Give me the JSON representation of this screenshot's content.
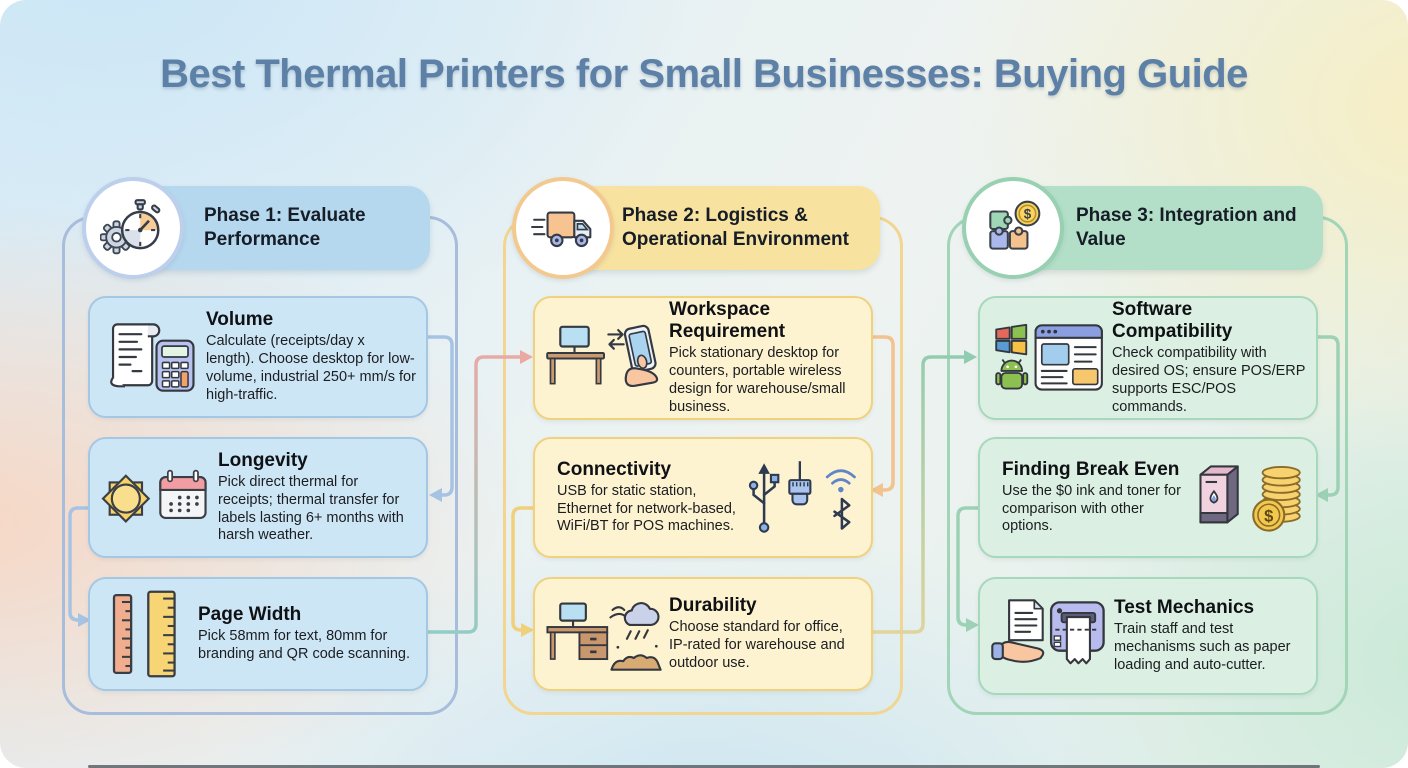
{
  "title": "Best Thermal Printers for Small Businesses: Buying Guide",
  "glyphs": {
    "dollar": "$"
  },
  "colors": {
    "title_text": "#5d80a7",
    "phase1_accent": "#b6d8ee",
    "phase2_accent": "#f8e2a0",
    "phase3_accent": "#b3dfc8",
    "phase1_line": "#a6c3e3",
    "phase2_line": "#f0cf7d",
    "phase3_line": "#9dd1b6"
  },
  "phases": [
    {
      "label": "Phase 1: Evaluate Performance",
      "icon": "stopwatch-gear-icon",
      "cards": [
        {
          "title": "Volume",
          "icon": "receipt-calculator-icon",
          "body": "Calculate (receipts/day x length). Choose desktop for low-volume, industrial 250+ mm/s for high-traffic."
        },
        {
          "title": "Longevity",
          "icon": "sun-calendar-icon",
          "body": "Pick direct thermal for receipts; thermal transfer for labels lasting 6+ months with harsh weather."
        },
        {
          "title": "Page Width",
          "icon": "rulers-icon",
          "body": "Pick 58mm for text, 80mm for branding and QR code scanning."
        }
      ]
    },
    {
      "label": "Phase 2: Logistics & Operational Environment",
      "icon": "delivery-truck-icon",
      "cards": [
        {
          "title": "Workspace Requirement",
          "icon": "desk-monitor-phone-icon",
          "body": "Pick stationary desktop for counters, portable wireless design for warehouse/small business."
        },
        {
          "title": "Connectivity",
          "icon": "usb-ethernet-wifi-bluetooth-icon",
          "body": "USB for static station, Ethernet for network-based, WiFi/BT for POS machines."
        },
        {
          "title": "Durability",
          "icon": "desk-weather-dirt-icon",
          "body": "Choose standard for office, IP-rated for warehouse and outdoor use."
        }
      ]
    },
    {
      "label": "Phase 3: Integration and Value",
      "icon": "puzzle-coin-icon",
      "cards": [
        {
          "title": "Software Compatibility",
          "icon": "os-browser-icon",
          "body": "Check compatibility with desired OS; ensure POS/ERP supports ESC/POS commands."
        },
        {
          "title": "Finding Break Even",
          "icon": "ink-cartridge-coins-icon",
          "body": "Use the $0 ink and toner for comparison with other options."
        },
        {
          "title": "Test Mechanics",
          "icon": "hand-receipt-printer-icon",
          "body": "Train staff and test mechanisms such as paper loading and auto-cutter."
        }
      ]
    }
  ]
}
